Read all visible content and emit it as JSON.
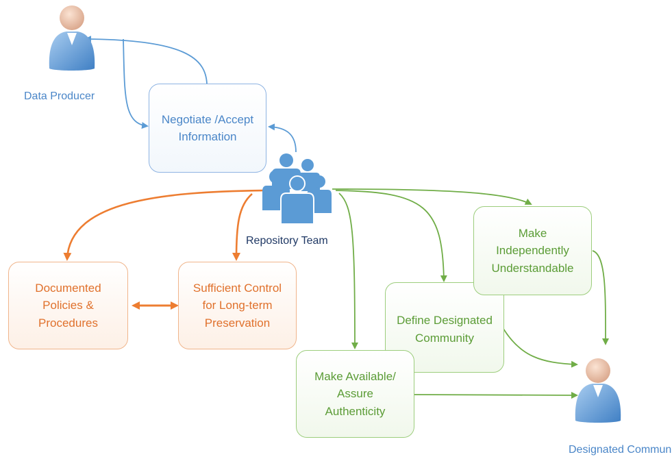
{
  "actors": {
    "data_producer": "Data Producer",
    "repository_team": "Repository Team",
    "designated_community": "Designated Community"
  },
  "boxes": {
    "negotiate": "Negotiate /Accept\nInformation",
    "documented": "Documented\nPolicies &\nProcedures",
    "sufficient": "Sufficient Control\nfor Long-term\nPreservation",
    "make_understandable": "Make\nIndependently\nUnderstandable",
    "define_community": "Define Designated\nCommunity",
    "make_available": "Make Available/\nAssure\nAuthenticity"
  },
  "colors": {
    "blue": "#5b9bd5",
    "orange": "#ed7d31",
    "green": "#70ad47",
    "team_label": "#1f3864"
  }
}
